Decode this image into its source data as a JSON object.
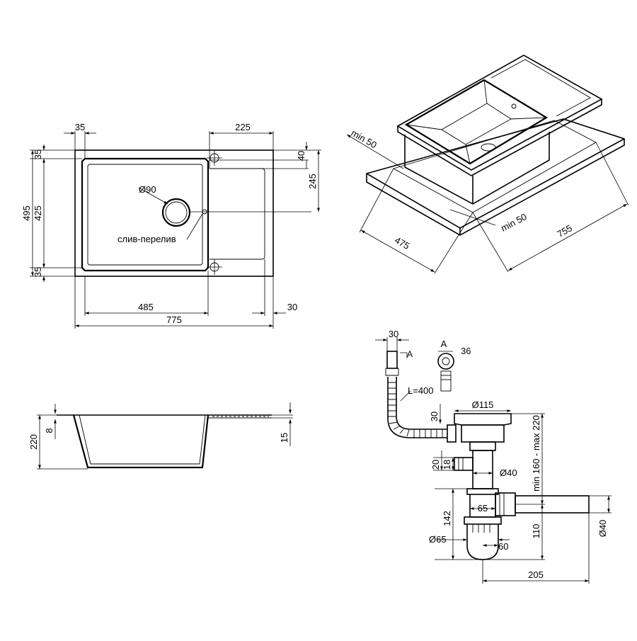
{
  "top_view": {
    "dims": {
      "top_left_35": "35",
      "top_right_225": "225",
      "left_35_top": "35",
      "left_495": "495",
      "left_425": "425",
      "left_35_bottom": "35",
      "right_40": "40",
      "right_245": "245",
      "hole_dia": "Ø90",
      "overflow_label": "слив-перелив",
      "bottom_485": "485",
      "bottom_30": "30",
      "bottom_775": "775"
    }
  },
  "iso_view": {
    "dims": {
      "min50_a": "min 50",
      "min50_b": "min 50",
      "d475": "475",
      "d755": "755"
    }
  },
  "section_view": {
    "dims": {
      "h220": "220",
      "h8": "8",
      "h15": "15"
    }
  },
  "siphon_view": {
    "dims": {
      "d30_top": "30",
      "label_a_small": "A",
      "label_a": "A",
      "d36": "36",
      "hose_len": "L=400",
      "d30_side": "30",
      "dia115": "Ø115",
      "range": "min 160 - max 220",
      "d20": "20",
      "d18": "18",
      "dia40_mid": "Ø40",
      "d65": "65",
      "d142": "142",
      "dia65": "Ø65",
      "d60": "60",
      "d110": "110",
      "dia40_outlet": "Ø40",
      "d205": "205"
    }
  }
}
